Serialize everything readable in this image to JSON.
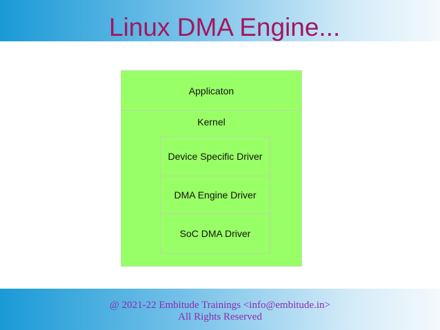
{
  "slide": {
    "title": "Linux DMA Engine..."
  },
  "diagram": {
    "application_label": "Applicaton",
    "kernel_label": "Kernel",
    "layers": [
      "Device Specific Driver",
      "DMA Engine Driver",
      "SoC DMA Driver"
    ],
    "fill_color": "#99ff66"
  },
  "footer": {
    "line1": "@ 2021-22 Embitude Trainings <info@embitude.in>",
    "line2": "All Rights Reserved"
  },
  "colors": {
    "title": "#a3175f",
    "footer_text": "#8b2bb0",
    "band": "#1a9ad6"
  }
}
